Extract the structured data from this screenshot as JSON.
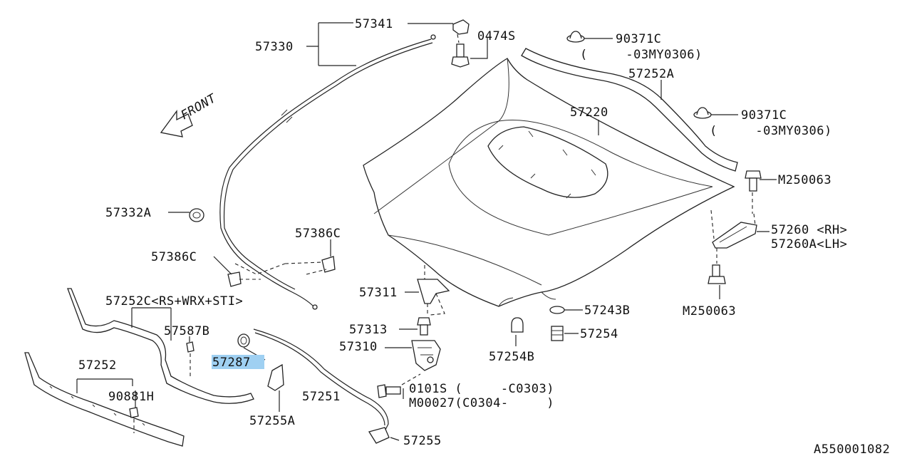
{
  "diagram": {
    "front_label": "FRONT",
    "doc_code": "A550001082",
    "highlight_color": "#9fd0f2",
    "parts": [
      {
        "id": "57341",
        "label": "57341"
      },
      {
        "id": "57330",
        "label": "57330"
      },
      {
        "id": "0474S",
        "label": "0474S"
      },
      {
        "id": "90371C-a",
        "label": "90371C"
      },
      {
        "id": "90371C-a-note",
        "label": "(     -03MY0306)"
      },
      {
        "id": "57252A",
        "label": "57252A"
      },
      {
        "id": "57220",
        "label": "57220"
      },
      {
        "id": "90371C-b",
        "label": "90371C"
      },
      {
        "id": "90371C-b-note",
        "label": "(     -03MY0306)"
      },
      {
        "id": "M250063-a",
        "label": "M250063"
      },
      {
        "id": "57332A",
        "label": "57332A"
      },
      {
        "id": "57386C-a",
        "label": "57386C"
      },
      {
        "id": "57386C-b",
        "label": "57386C"
      },
      {
        "id": "57260",
        "label": "57260 <RH>"
      },
      {
        "id": "57260A",
        "label": "57260A<LH>"
      },
      {
        "id": "57311",
        "label": "57311"
      },
      {
        "id": "57252C",
        "label": "57252C<RS+WRX+STI>"
      },
      {
        "id": "57243B",
        "label": "57243B"
      },
      {
        "id": "M250063-b",
        "label": "M250063"
      },
      {
        "id": "57587B",
        "label": "57587B"
      },
      {
        "id": "57313",
        "label": "57313"
      },
      {
        "id": "57254",
        "label": "57254"
      },
      {
        "id": "57310",
        "label": "57310"
      },
      {
        "id": "57287",
        "label": "57287",
        "highlighted": true
      },
      {
        "id": "57254B",
        "label": "57254B"
      },
      {
        "id": "57252",
        "label": "57252"
      },
      {
        "id": "0101S",
        "label": "0101S (     -C0303)"
      },
      {
        "id": "90881H",
        "label": "90881H"
      },
      {
        "id": "57251",
        "label": "57251"
      },
      {
        "id": "M00027",
        "label": "M00027(C0304-     )"
      },
      {
        "id": "57255A",
        "label": "57255A"
      },
      {
        "id": "57255",
        "label": "57255"
      }
    ]
  }
}
